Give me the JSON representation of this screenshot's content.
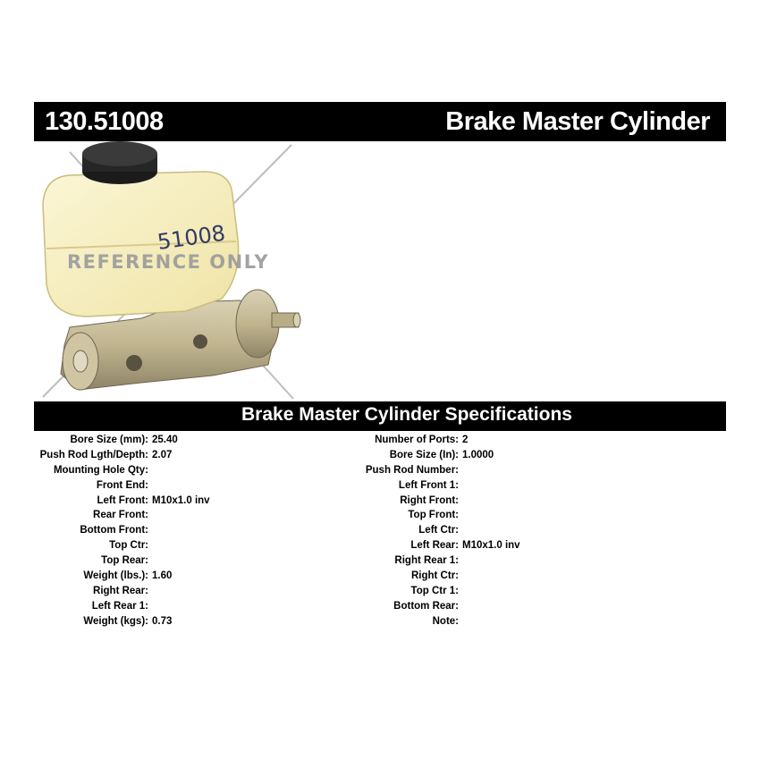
{
  "header": {
    "part_number": "130.51008",
    "product_name": "Brake Master Cylinder"
  },
  "image": {
    "watermark": "REFERENCE ONLY",
    "handwritten_label": "51008"
  },
  "specs_title": "Brake Master Cylinder Specifications",
  "specs_left": [
    {
      "label": "Bore Size (mm):",
      "value": "25.40"
    },
    {
      "label": "Push Rod Lgth/Depth:",
      "value": "2.07"
    },
    {
      "label": "Mounting Hole Qty:",
      "value": ""
    },
    {
      "label": "Front End:",
      "value": ""
    },
    {
      "label": "Left Front:",
      "value": "M10x1.0 inv"
    },
    {
      "label": "Rear Front:",
      "value": ""
    },
    {
      "label": "Bottom Front:",
      "value": ""
    },
    {
      "label": "Top Ctr:",
      "value": ""
    },
    {
      "label": "Top Rear:",
      "value": ""
    },
    {
      "label": "Weight (lbs.):",
      "value": "1.60"
    },
    {
      "label": "Right Rear:",
      "value": ""
    },
    {
      "label": "Left Rear 1:",
      "value": ""
    },
    {
      "label": "Weight (kgs):",
      "value": "0.73"
    }
  ],
  "specs_right": [
    {
      "label": "Number of Ports:",
      "value": "2"
    },
    {
      "label": "Bore Size (In):",
      "value": "1.0000"
    },
    {
      "label": "Push Rod Number:",
      "value": ""
    },
    {
      "label": "Left Front 1:",
      "value": ""
    },
    {
      "label": "Right Front:",
      "value": ""
    },
    {
      "label": "Top Front:",
      "value": ""
    },
    {
      "label": "Left Ctr:",
      "value": ""
    },
    {
      "label": "Left Rear:",
      "value": "M10x1.0 inv"
    },
    {
      "label": "Right Rear 1:",
      "value": ""
    },
    {
      "label": "Right Ctr:",
      "value": ""
    },
    {
      "label": "Top Ctr 1:",
      "value": ""
    },
    {
      "label": "Bottom Rear:",
      "value": ""
    },
    {
      "label": "Note:",
      "value": ""
    }
  ]
}
